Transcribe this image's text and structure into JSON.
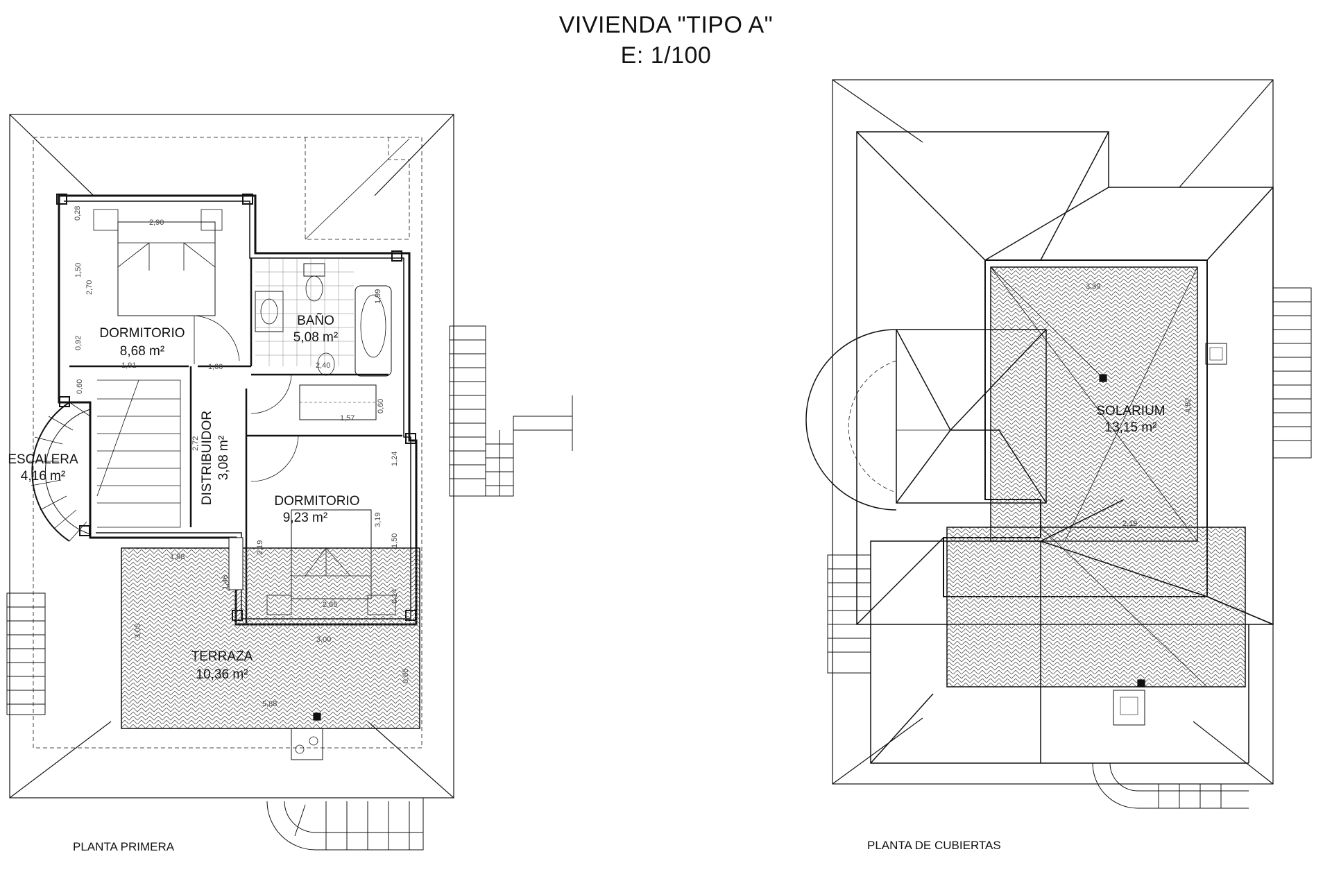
{
  "header": {
    "title": "VIVIENDA \"TIPO A\"",
    "scale": "E: 1/100"
  },
  "plans": [
    {
      "caption": "PLANTA PRIMERA",
      "rooms": [
        {
          "name": "DORMITORIO",
          "area": "8,68 m²"
        },
        {
          "name": "BAÑO",
          "area": "5,08 m²"
        },
        {
          "name": "ESCALERA",
          "area": "4,16 m²"
        },
        {
          "name": "DISTRIBUIDOR",
          "area": "3,08 m²"
        },
        {
          "name": "DORMITORIO",
          "area": "9,23 m²"
        },
        {
          "name": "TERRAZA",
          "area": "10,36 m²"
        }
      ],
      "dimensions": [
        "2,90",
        "0,28",
        "1,50",
        "2,70",
        "0,92",
        "1,91",
        "1,00",
        "1,99",
        "2,40",
        "0,60",
        "1,57",
        "0,60",
        "2,72",
        "1,24",
        "3,19",
        "1,50",
        "2,19",
        "1,88",
        "1,46",
        "2,65",
        "0,14",
        "3,05",
        "3,00",
        "0,85",
        "5,88"
      ]
    },
    {
      "caption": "PLANTA DE CUBIERTAS",
      "rooms": [
        {
          "name": "SOLARIUM",
          "area": "13,15 m²"
        }
      ],
      "dimensions": [
        "3,39",
        "4,52",
        "2,19"
      ]
    }
  ],
  "colors": {
    "line": "#111111",
    "hatch": "#555555",
    "background": "#ffffff"
  }
}
